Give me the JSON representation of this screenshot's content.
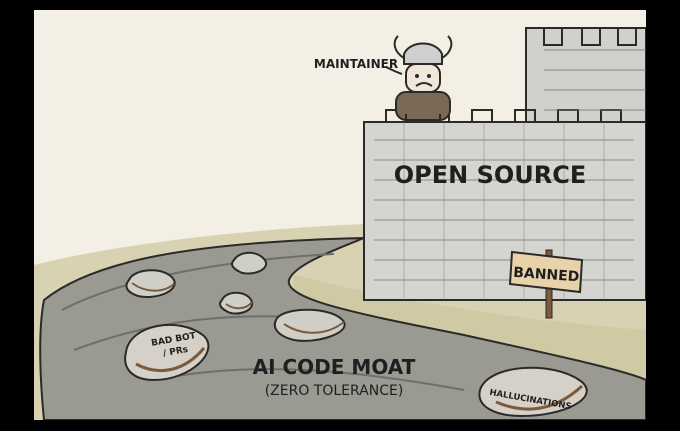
{
  "comic": {
    "labels": {
      "maintainer": "MAINTAINER",
      "wall": "OPEN SOURCE",
      "sign": "BANNED",
      "moat_title": "AI CODE MOAT",
      "moat_subtitle": "(ZERO TOLERANCE)",
      "bag_left": "BAD BOT",
      "bag_left_2": "/ PRs",
      "bag_right": "HALLUCINATIONS"
    },
    "colors": {
      "sky": "#f3efe5",
      "water": "#9a9a92",
      "wall": "#d0d0cc",
      "grass": "#c7c39a",
      "sign": "#e8d2aa",
      "ink": "#1f1f1f"
    }
  }
}
